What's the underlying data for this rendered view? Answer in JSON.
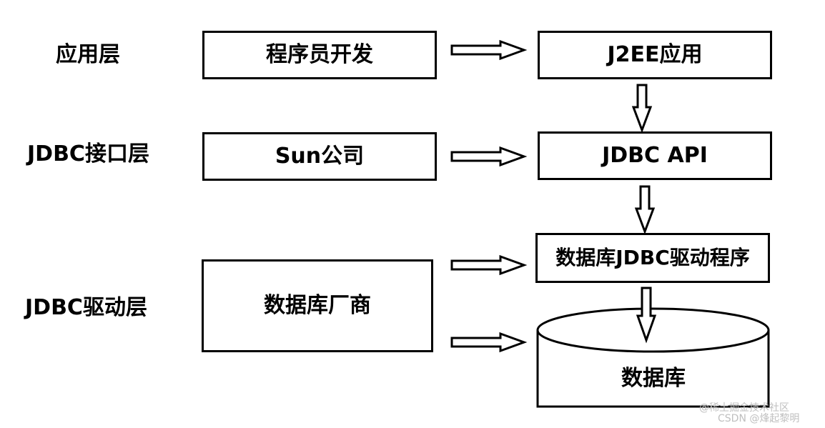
{
  "layers": {
    "app": "应用层",
    "jdbc_interface": "JDBC接口层",
    "jdbc_driver": "JDBC驱动层"
  },
  "boxes": {
    "programmer": "程序员开发",
    "j2ee": "J2EE应用",
    "sun": "Sun公司",
    "jdbc_api": "JDBC API",
    "driver": "数据库JDBC驱动程序",
    "vendor": "数据库厂商",
    "database": "数据库"
  },
  "watermark": {
    "line1": "@稀土掘金技术社区",
    "line2": "CSDN @烽起黎明"
  }
}
